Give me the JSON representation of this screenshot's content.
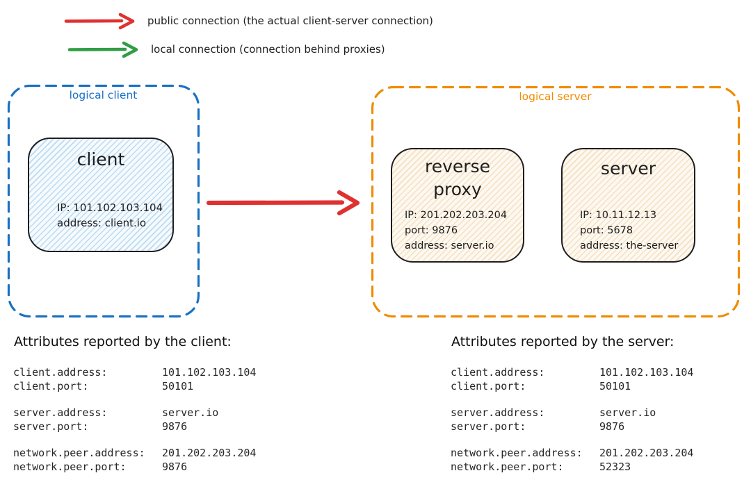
{
  "legend": {
    "items": [
      {
        "label": "public connection (the actual client-server connection)",
        "color": "#e03131"
      },
      {
        "label": "local connection (connection behind proxies)",
        "color": "#2f9e44"
      }
    ]
  },
  "logical_client": {
    "label": "logical client",
    "border_color": "#1971c2",
    "client_node": {
      "title": "client",
      "lines": [
        "IP: 101.102.103.104",
        "address: client.io"
      ]
    }
  },
  "logical_server": {
    "label": "logical server",
    "border_color": "#f08c00",
    "reverse_proxy_node": {
      "title": "reverse proxy",
      "lines": [
        "IP: 201.202.203.204",
        "port: 9876",
        "address: server.io"
      ]
    },
    "server_node": {
      "title": "server",
      "lines": [
        "IP: 10.11.12.13",
        "port: 5678",
        "address: the-server"
      ]
    }
  },
  "client_attributes": {
    "heading": "Attributes reported by the client:",
    "rows": [
      {
        "key": "client.address:",
        "value": "101.102.103.104"
      },
      {
        "key": "client.port:",
        "value": "50101"
      },
      {
        "key": "server.address:",
        "value": "server.io"
      },
      {
        "key": "server.port:",
        "value": "9876"
      },
      {
        "key": "network.peer.address:",
        "value": "201.202.203.204"
      },
      {
        "key": "network.peer.port:",
        "value": "9876"
      }
    ]
  },
  "server_attributes": {
    "heading": "Attributes reported by the server:",
    "rows": [
      {
        "key": "client.address:",
        "value": "101.102.103.104"
      },
      {
        "key": "client.port:",
        "value": "50101"
      },
      {
        "key": "server.address:",
        "value": "server.io"
      },
      {
        "key": "server.port:",
        "value": "9876"
      },
      {
        "key": "network.peer.address:",
        "value": "201.202.203.204"
      },
      {
        "key": "network.peer.port:",
        "value": "52323"
      }
    ]
  }
}
